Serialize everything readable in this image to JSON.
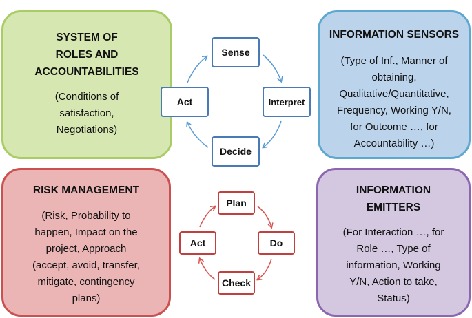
{
  "roles": {
    "title": [
      "SYSTEM OF",
      "ROLES AND",
      "ACCOUNTABILITIES"
    ],
    "body": [
      "(Conditions of",
      "satisfaction,",
      "Negotiations)"
    ]
  },
  "sensors": {
    "title": [
      "INFORMATION SENSORS"
    ],
    "body": [
      "(Type of Inf., Manner of",
      "obtaining,",
      "Qualitative/Quantitative,",
      "Frequency, Working Y/N,",
      "for Outcome …, for",
      "Accountability …)"
    ]
  },
  "risk": {
    "title": [
      "RISK MANAGEMENT"
    ],
    "body": [
      "(Risk, Probability to",
      "happen, Impact on the",
      "project, Approach",
      "(accept, avoid, transfer,",
      "mitigate, contingency",
      "plans)"
    ]
  },
  "emitters": {
    "title": [
      "INFORMATION",
      "EMITTERS"
    ],
    "body": [
      "(For Interaction …, for",
      "Role …, Type of",
      "information, Working",
      "Y/N, Action to take,",
      "Status)"
    ]
  },
  "cycle_top": {
    "sense": "Sense",
    "interpret": "Interpret",
    "decide": "Decide",
    "act": "Act"
  },
  "cycle_bottom": {
    "plan": "Plan",
    "do": "Do",
    "check": "Check",
    "act": "Act"
  },
  "colors": {
    "green": "#d6e7b1",
    "blue": "#bcd3ec",
    "red": "#ebb5b6",
    "purple": "#d3c8e0",
    "arrow_blue": "#5b9bd5",
    "arrow_red": "#d9534f"
  }
}
